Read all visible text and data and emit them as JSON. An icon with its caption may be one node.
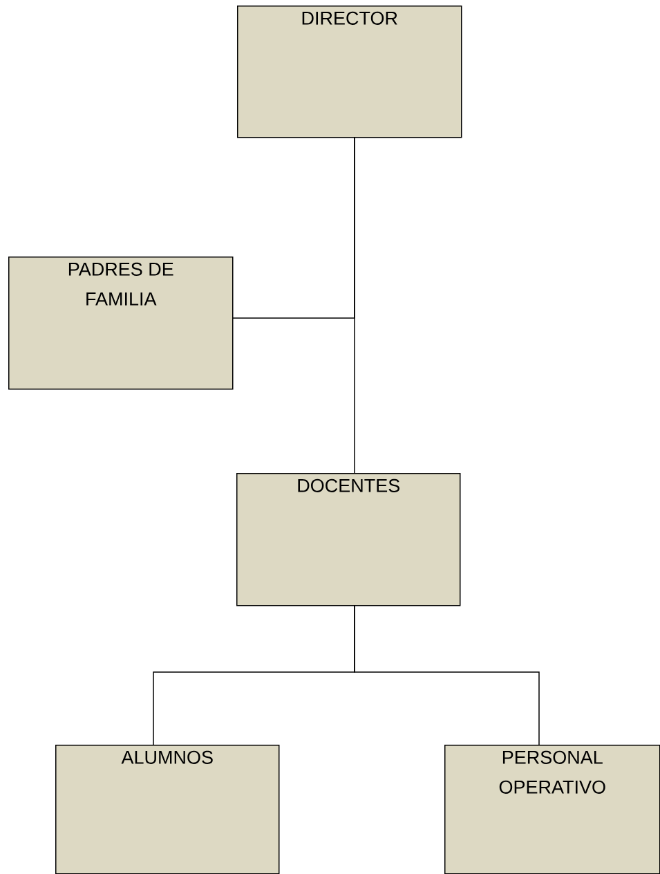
{
  "diagram": {
    "nodes": [
      {
        "text": [
          "DIRECTOR"
        ]
      },
      {
        "text": [
          "PADRES DE FAMILIA"
        ]
      },
      {
        "text": [
          "DOCENTES"
        ]
      },
      {
        "text": [
          "ALUMNOS"
        ]
      },
      {
        "text": [
          "PERSONAL OPERATIVO"
        ]
      }
    ],
    "edges": [
      {
        "from": 0,
        "to": 2,
        "arrow": "none"
      },
      {
        "from": 1,
        "to": 0,
        "arrow": "none"
      },
      {
        "from": 2,
        "to": 3,
        "arrow": "none"
      },
      {
        "from": 2,
        "to": 4,
        "arrow": "none"
      }
    ]
  }
}
